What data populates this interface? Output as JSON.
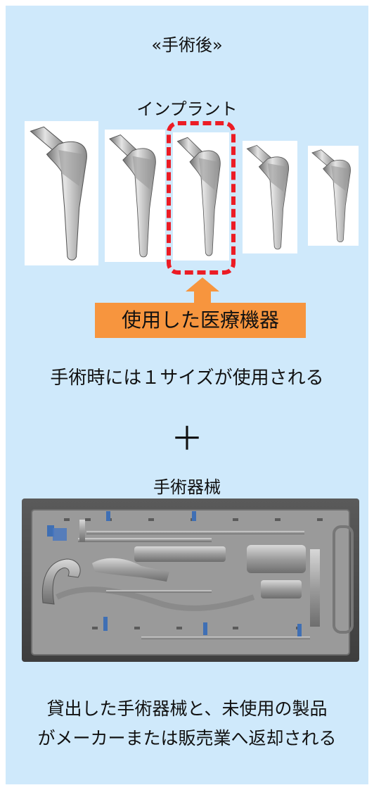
{
  "title": "«手術後»",
  "implants": {
    "label": "インプラント",
    "count": 5,
    "used_index": 2,
    "used_badge": "使用した医療機器",
    "note": "手術時には１サイズが使用される"
  },
  "plus_sign": "＋",
  "instruments": {
    "label": "手術器械",
    "note_line1": "貸出した手術器械と、未使用の製品",
    "note_line2": "がメーカーまたは販売業へ返却される"
  },
  "colors": {
    "panel_bg": "#cfe9fb",
    "dashed_frame": "#ec1c24",
    "badge_bg": "#f7953e"
  }
}
